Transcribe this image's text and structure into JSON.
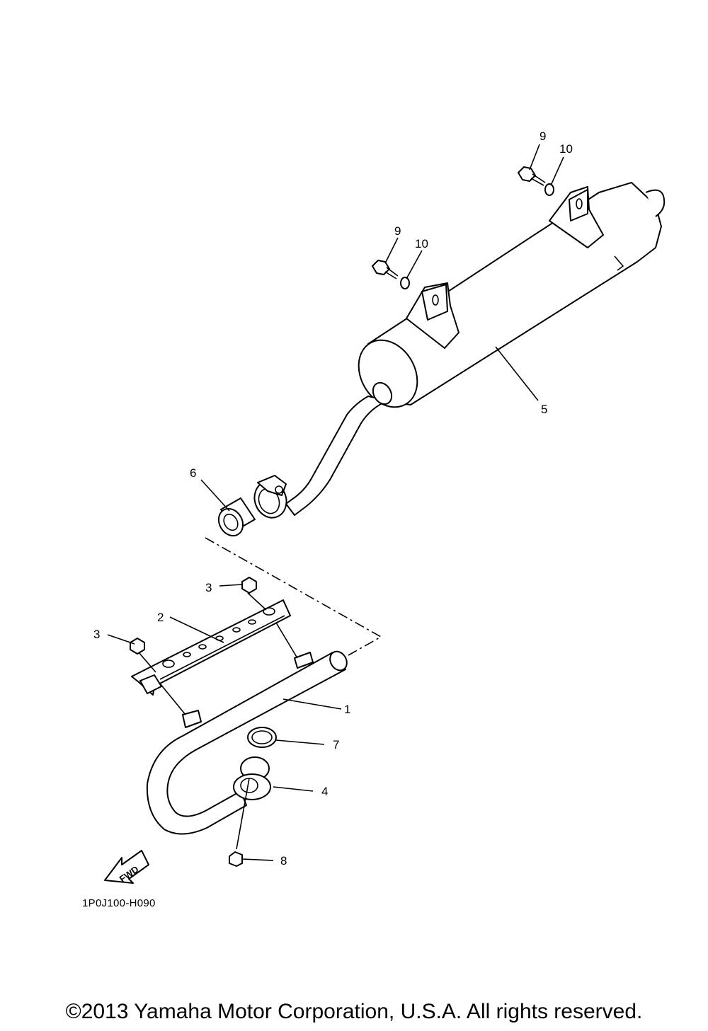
{
  "diagram": {
    "callouts": [
      {
        "id": "c1",
        "label": "1"
      },
      {
        "id": "c2",
        "label": "2"
      },
      {
        "id": "c3a",
        "label": "3"
      },
      {
        "id": "c3b",
        "label": "3"
      },
      {
        "id": "c4",
        "label": "4"
      },
      {
        "id": "c5",
        "label": "5"
      },
      {
        "id": "c6",
        "label": "6"
      },
      {
        "id": "c7",
        "label": "7"
      },
      {
        "id": "c8",
        "label": "8"
      },
      {
        "id": "c9a",
        "label": "9"
      },
      {
        "id": "c9b",
        "label": "9"
      },
      {
        "id": "c10a",
        "label": "10"
      },
      {
        "id": "c10b",
        "label": "10"
      }
    ],
    "fwd_label": "FWD",
    "code": "1P0J100-H090",
    "copyright": "©2013 Yamaha Motor Corporation, U.S.A. All rights reserved."
  }
}
